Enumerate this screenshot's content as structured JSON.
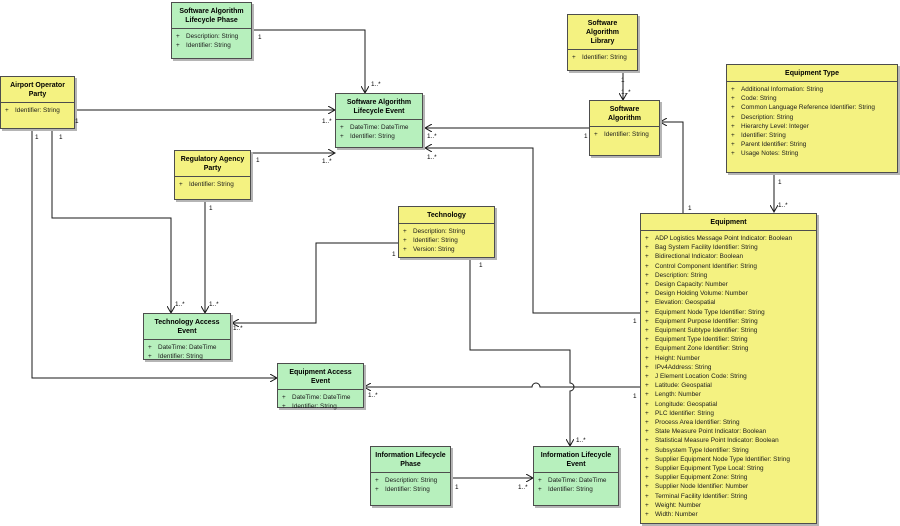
{
  "classes": {
    "sw_algo_phase": {
      "title": "Software Algorithm\nLifecycle Phase",
      "attrs": [
        "Description: String",
        "Identifier: String"
      ]
    },
    "airport_operator": {
      "title": "Airport Operator\nParty",
      "attrs": [
        "Identifier: String"
      ]
    },
    "sw_algo_event": {
      "title": "Software Algorithm\nLifecycle Event",
      "attrs": [
        "DateTime: DateTime",
        "Identifier: String"
      ]
    },
    "sw_algo_library": {
      "title": "Software Algorithm\nLibrary",
      "attrs": [
        "Identifier: String"
      ]
    },
    "sw_algo": {
      "title": "Software Algorithm",
      "attrs": [
        "Identifier: String"
      ]
    },
    "equipment_type": {
      "title": "Equipment Type",
      "attrs": [
        "Additional Information: String",
        "Code: String",
        "Common Language Reference Identifier: String",
        "Description: String",
        "Hierarchy Level: Integer",
        "Identifier: String",
        "Parent Identifier: String",
        "Usage Notes: String"
      ]
    },
    "regulatory_agency": {
      "title": "Regulatory Agency\nParty",
      "attrs": [
        "Identifier: String"
      ]
    },
    "technology": {
      "title": "Technology",
      "attrs": [
        "Description: String",
        "Identifier: String",
        "Version: String"
      ]
    },
    "tech_access_event": {
      "title": "Technology Access Event",
      "attrs": [
        "DateTime: DateTime",
        "Identifier: String"
      ]
    },
    "equip_access_event": {
      "title": "Equipment Access Event",
      "attrs": [
        "DateTime: DateTime",
        "Identifier: String"
      ]
    },
    "info_lifecycle_phase": {
      "title": "Information Lifecycle\nPhase",
      "attrs": [
        "Description: String",
        "Identifier: String"
      ]
    },
    "info_lifecycle_event": {
      "title": "Information Lifecycle\nEvent",
      "attrs": [
        "DateTime: DateTime",
        "Identifier: String"
      ]
    },
    "equipment": {
      "title": "Equipment",
      "attrs": [
        "ADP Logistics Message Point Indicator: Boolean",
        "Bag System Facility Identifier: String",
        "Bidirectional Indicator: Boolean",
        "Control Component Identifier: String",
        "Description: String",
        "Design Capacity: Number",
        "Design Holding Volume: Number",
        "Elevation: Geospatial",
        "Equipment Node Type Identifier: String",
        "Equipment Purpose Identifier: String",
        "Equipment Subtype Identifier: String",
        "Equipment Type Identifier: String",
        "Equipment Zone Identifier: String",
        "Height: Number",
        "IPv4Address: String",
        "J Element Location Code: String",
        "Latitude: Geospatial",
        "Length: Number",
        "Longitude: Geospatial",
        "PLC Identifier: String",
        "Process Area Identifier: String",
        "State Measure Point Indicator: Boolean",
        "Statistical Measure Point Indicator: Boolean",
        "Subsystem Type Identifier: String",
        "Supplier Equipment Node Type Identifier: String",
        "Supplier Equipment Type Local: String",
        "Supplier Equipment Zone: String",
        "Supplier Node Identifier: Number",
        "Terminal Facility Identifier: String",
        "Weight: Number",
        "Width: Number"
      ]
    }
  },
  "attr_marker": "+",
  "multiplicities": {
    "phase_src": "1",
    "phase_dst": "1..*",
    "airport_to_event_src": "1",
    "airport_to_event_dst": "1..*",
    "reg_to_event_src": "1",
    "reg_to_event_dst": "1..*",
    "algo_to_event_src": "1",
    "algo_to_event_dst": "1..*",
    "equip_to_event_src": "1",
    "equip_to_event_dst": "1..*",
    "library_src": "1",
    "library_dst": "1..*",
    "equip_type_src": "1",
    "equip_type_dst": "1..*",
    "airport_a": "1",
    "airport_b": "1",
    "tech_access_a": "1..*",
    "tech_access_b": "1..*",
    "tech_access_c": "1..*",
    "reg_down": "1",
    "tech_src": "1",
    "tech_down": "1",
    "equip_to_algo": "1",
    "equip_to_access_src": "1",
    "equip_to_access_dst": "1..*",
    "info_event_top": "1..*",
    "info_phase_src": "1",
    "info_phase_dst": "1..*"
  },
  "colors": {
    "entity_yellow": "#f4f281",
    "event_green": "#b7f0bd",
    "line": "#1a1a1a"
  }
}
